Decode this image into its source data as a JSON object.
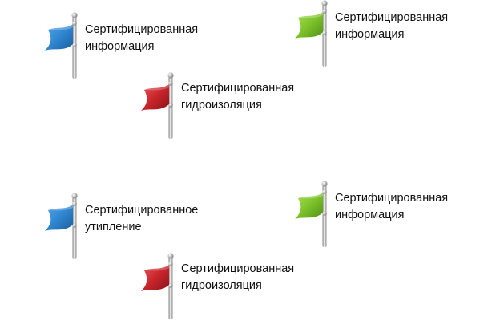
{
  "colors": {
    "blue": "#2f86d0",
    "green": "#7dc32a",
    "red": "#c8252b"
  },
  "items": [
    {
      "icon": "blue-flag-icon",
      "color": "blue",
      "line1": "Сертифицированная",
      "line2": "информация"
    },
    {
      "icon": "green-flag-icon",
      "color": "green",
      "line1": "Сертифицированная",
      "line2": "информация"
    },
    {
      "icon": "red-flag-icon",
      "color": "red",
      "line1": "Сертифицированная",
      "line2": "гидроизоляция"
    },
    {
      "icon": "blue-flag-icon",
      "color": "blue",
      "line1": "Сертифицированное",
      "line2": "утипление"
    },
    {
      "icon": "green-flag-icon",
      "color": "green",
      "line1": "Сертифицированная",
      "line2": "информация"
    },
    {
      "icon": "red-flag-icon",
      "color": "red",
      "line1": "Сертифицированная",
      "line2": "гидроизоляция"
    }
  ]
}
